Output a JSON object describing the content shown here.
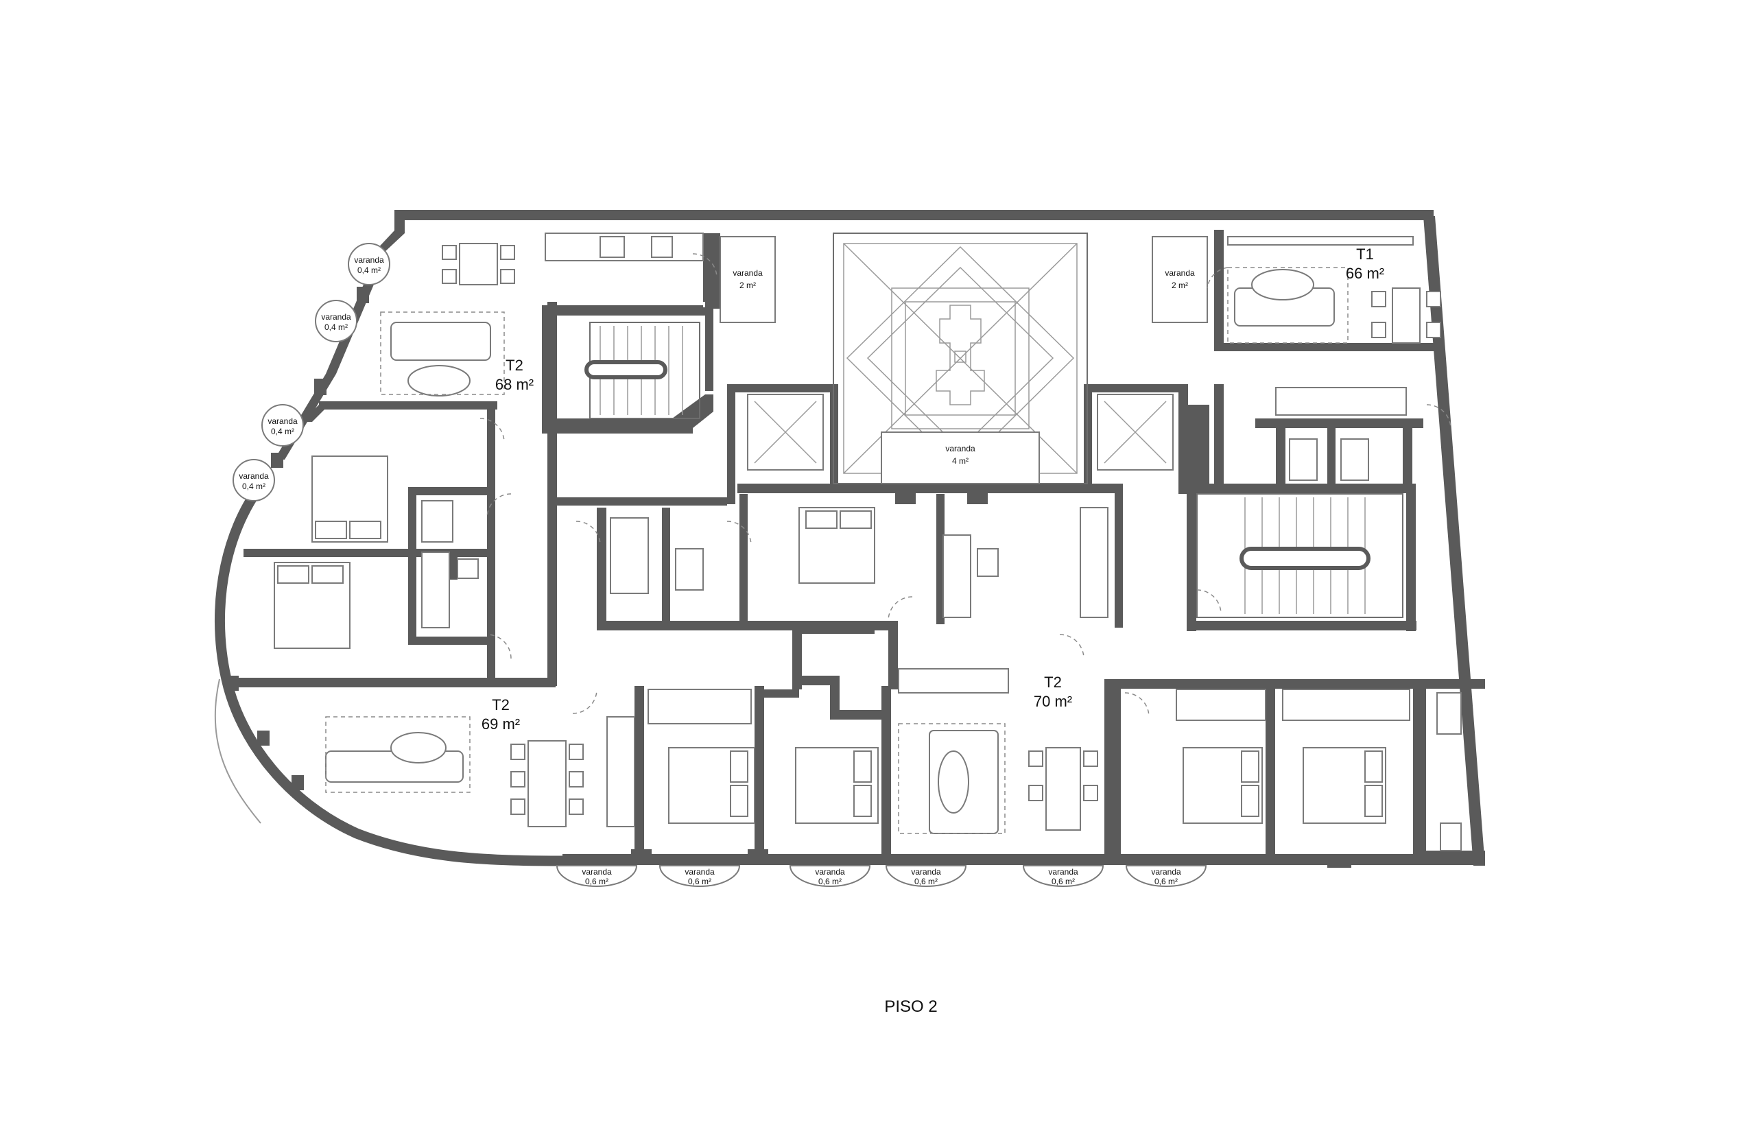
{
  "floor": {
    "title": "PISO 2"
  },
  "units": [
    {
      "type": "T2",
      "area": "68 m²"
    },
    {
      "type": "T1",
      "area": "66 m²"
    },
    {
      "type": "T2",
      "area": "69 m²"
    },
    {
      "type": "T2",
      "area": "70 m²"
    }
  ],
  "balconies": {
    "top_left": {
      "label": "varanda",
      "area": "2 m²"
    },
    "top_right": {
      "label": "varanda",
      "area": "2 m²"
    },
    "atrium": {
      "label": "varanda",
      "area": "4 m²"
    },
    "curved": [
      {
        "label": "varanda",
        "area": "0,4 m²"
      },
      {
        "label": "varanda",
        "area": "0,4 m²"
      },
      {
        "label": "varanda",
        "area": "0,4 m²"
      },
      {
        "label": "varanda",
        "area": "0,4 m²"
      }
    ],
    "bottom": [
      {
        "label": "varanda",
        "area": "0,6 m²"
      },
      {
        "label": "varanda",
        "area": "0,6 m²"
      },
      {
        "label": "varanda",
        "area": "0,6 m²"
      },
      {
        "label": "varanda",
        "area": "0,6 m²"
      },
      {
        "label": "varanda",
        "area": "0,6 m²"
      },
      {
        "label": "varanda",
        "area": "0,6 m²"
      }
    ]
  }
}
